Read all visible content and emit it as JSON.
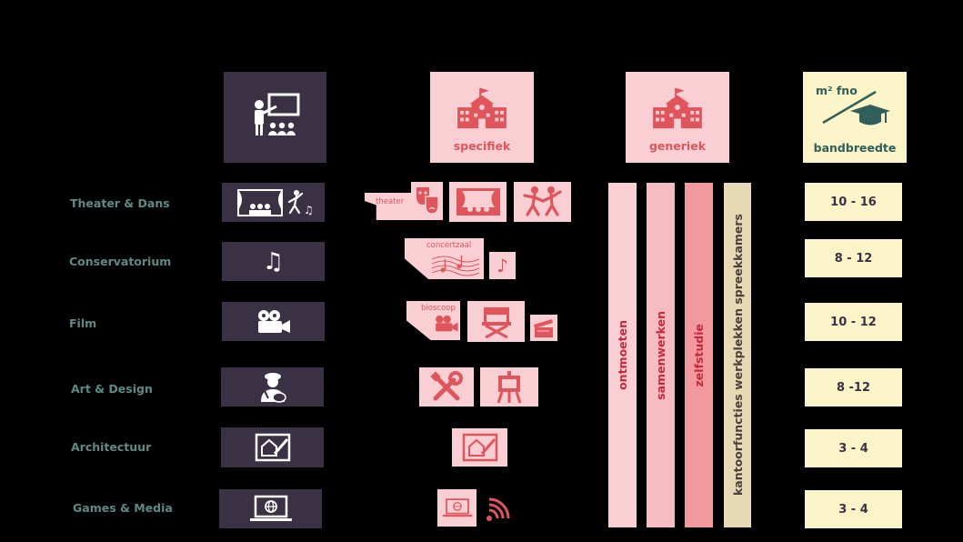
{
  "headers": {
    "specifiek": "specifiek",
    "generiek": "generiek",
    "m2fno": "m² fno",
    "bandbreedte": "bandbreedte"
  },
  "rows": [
    {
      "label": "Theater & Dans",
      "range": "10 - 16",
      "space_caption": "theater"
    },
    {
      "label": "Conservatorium",
      "range": "8 - 12",
      "space_caption": "concertzaal"
    },
    {
      "label": "Film",
      "range": "10 - 12",
      "space_caption": "bioscoop"
    },
    {
      "label": "Art & Design",
      "range": "8 -12"
    },
    {
      "label": "Architectuur",
      "range": "3 - 4"
    },
    {
      "label": "Games & Media",
      "range": "3 - 4"
    }
  ],
  "generic_columns": [
    "ontmoeten",
    "samenwerken",
    "zelfstudie",
    "kantoorfuncties werkplekken spreekkamers"
  ],
  "colors": {
    "dark": "#3a3145",
    "pink": "#f9cfd3",
    "red": "#e0555b",
    "cream": "#fbf4c9",
    "label": "#5e8a84"
  }
}
